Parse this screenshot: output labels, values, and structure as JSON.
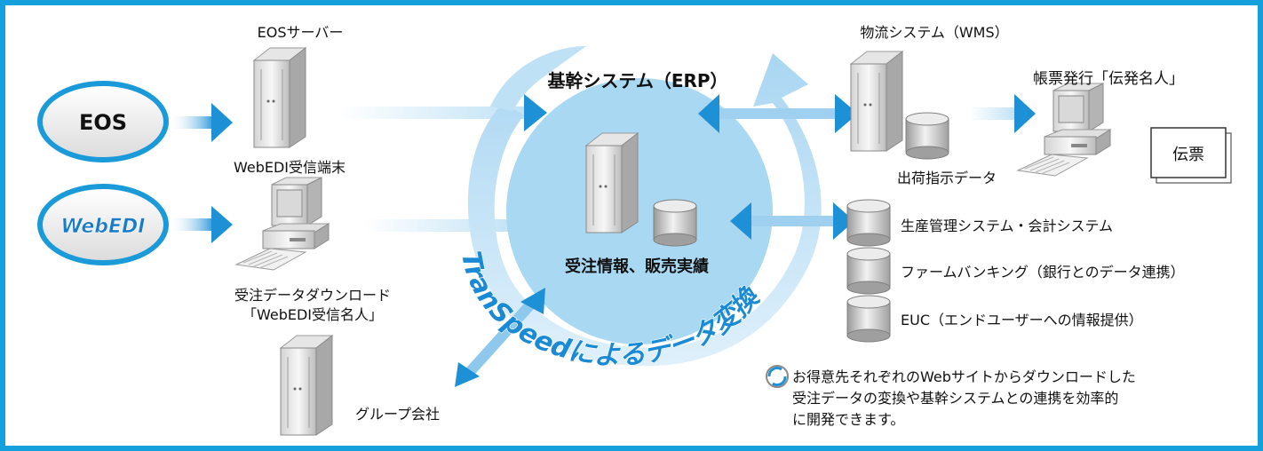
{
  "colors": {
    "frame": "#14a0dc",
    "arc": "#bfe1f5",
    "arrow": "#1e90d6",
    "center_circle": "#a9d8f3",
    "oval_border": "#1a9ad8",
    "webedi_text": "#1a7cc9",
    "arc_text": "#1a8ad6"
  },
  "inputs": {
    "eos": "EOS",
    "webedi": "WebEDI"
  },
  "left": {
    "eos_server": "EOSサーバー",
    "webedi_terminal": "WebEDI受信端末",
    "download_line1": "受注データダウンロード",
    "download_line2": "「WebEDI受信名人」",
    "group": "グループ会社"
  },
  "center": {
    "title": "基幹システム（ERP）",
    "caption": "受注情報、販売実績",
    "arc_text": "TranSpeedによるデータ変換"
  },
  "right": {
    "wms": "物流システム（WMS）",
    "shipping_data": "出荷指示データ",
    "forms_app": "帳票発行「伝発名人」",
    "slip": "伝票",
    "db_items": [
      "生産管理システム・会計システム",
      "ファームバンキング（銀行とのデータ連携）",
      "EUC（エンドユーザーへの情報提供）"
    ]
  },
  "note": {
    "line1": "お得意先それぞれのWebサイトからダウンロードした",
    "line2": "受注データの変換や基幹システムとの連携を効率的",
    "line3": "に開発できます。"
  }
}
